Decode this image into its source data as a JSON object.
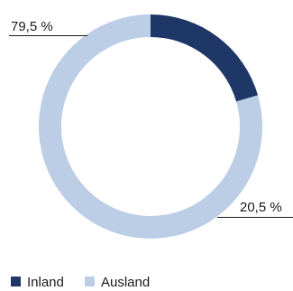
{
  "chart_data": {
    "type": "pie",
    "donut": true,
    "categories": [
      "Inland",
      "Ausland"
    ],
    "values": [
      20.5,
      79.5
    ],
    "data_labels": [
      "20,5 %",
      "79,5 %"
    ],
    "colors": [
      "#1f3766",
      "#bccde6"
    ],
    "legend": "bottom-left",
    "title": ""
  }
}
